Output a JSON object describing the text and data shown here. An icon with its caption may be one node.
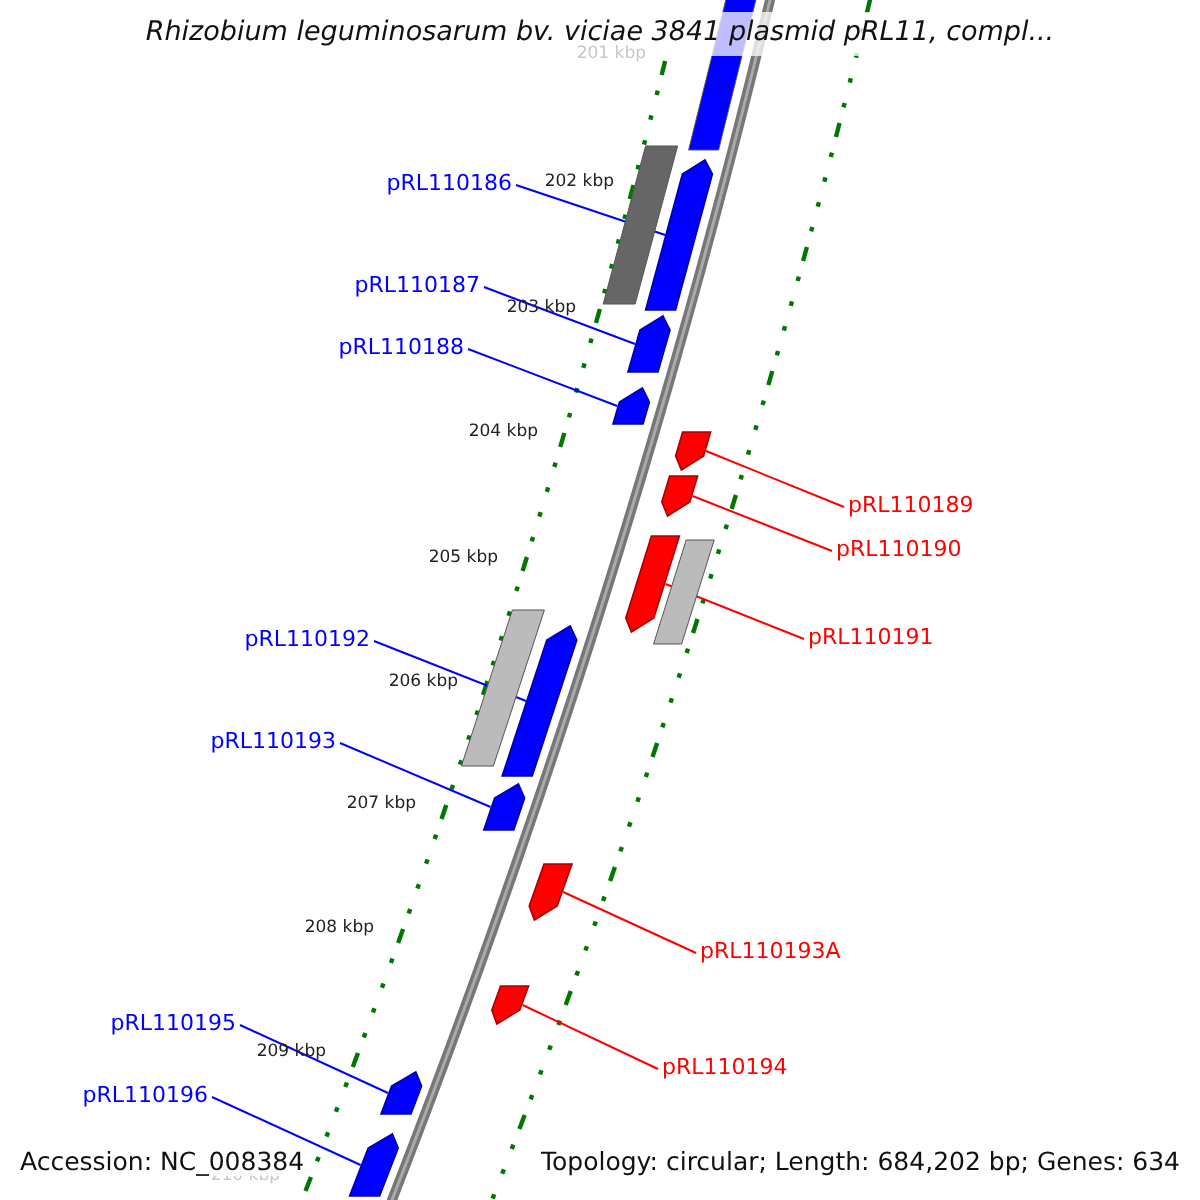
{
  "diagram": {
    "title": "Rhizobium leguminosarum bv. viciae 3841 plasmid pRL11, compl...",
    "nodes": [
      {
        "text": [
          "pRL110186"
        ]
      },
      {
        "text": [],
        "shape": "arrow"
      },
      {
        "text": [
          "pRL110187"
        ]
      },
      {
        "text": [],
        "shape": "arrow"
      },
      {
        "text": [
          "pRL110188"
        ]
      },
      {
        "text": [],
        "shape": "arrow"
      },
      {
        "text": [
          "pRL110189"
        ]
      },
      {
        "text": [],
        "shape": "arrow"
      },
      {
        "text": [
          "pRL110190"
        ]
      },
      {
        "text": [],
        "shape": "arrow"
      },
      {
        "text": [
          "pRL110191"
        ]
      },
      {
        "text": [],
        "shape": "arrow"
      },
      {
        "text": [
          "pRL110192"
        ]
      },
      {
        "text": [],
        "shape": "arrow"
      },
      {
        "text": [
          "pRL110193"
        ]
      },
      {
        "text": [],
        "shape": "arrow"
      },
      {
        "text": [
          "pRL110193A"
        ]
      },
      {
        "text": [],
        "shape": "arrow"
      },
      {
        "text": [
          "pRL110194"
        ]
      },
      {
        "text": [],
        "shape": "arrow"
      },
      {
        "text": [
          "pRL110195"
        ]
      },
      {
        "text": [],
        "shape": "arrow"
      },
      {
        "text": [
          "pRL110196"
        ]
      },
      {
        "text": [],
        "shape": "arrow"
      },
      {
        "text": [],
        "shape": "bar"
      },
      {
        "text": [],
        "shape": "bar"
      },
      {
        "text": [],
        "shape": "bar"
      },
      {
        "text": [],
        "shape": "bar"
      }
    ],
    "edges": [
      {
        "from": 0,
        "to": 1,
        "arrow": "none"
      },
      {
        "from": 2,
        "to": 3,
        "arrow": "none"
      },
      {
        "from": 4,
        "to": 5,
        "arrow": "none"
      },
      {
        "from": 6,
        "to": 7,
        "arrow": "none",
        "color": "#ff0000"
      },
      {
        "from": 8,
        "to": 9,
        "arrow": "none",
        "color": "#ff0000"
      },
      {
        "from": 10,
        "to": 11,
        "arrow": "none",
        "color": "#ff0000"
      },
      {
        "from": 12,
        "to": 13,
        "arrow": "none"
      },
      {
        "from": 14,
        "to": 15,
        "arrow": "none"
      },
      {
        "from": 16,
        "to": 17,
        "arrow": "none",
        "color": "#ff0000"
      },
      {
        "from": 18,
        "to": 19,
        "arrow": "none",
        "color": "#ff0000"
      },
      {
        "from": 20,
        "to": 21,
        "arrow": "none"
      },
      {
        "from": 22,
        "to": 23,
        "arrow": "none"
      }
    ],
    "labels": [
      "201 kbp",
      "202 kbp",
      "203 kbp",
      "204 kbp",
      "205 kbp",
      "206 kbp",
      "207 kbp",
      "208 kbp",
      "209 kbp",
      "210 kbp",
      "Accession: NC_008384",
      "Topology: circular; Length: 684,202 bp; Genes: 634"
    ]
  }
}
